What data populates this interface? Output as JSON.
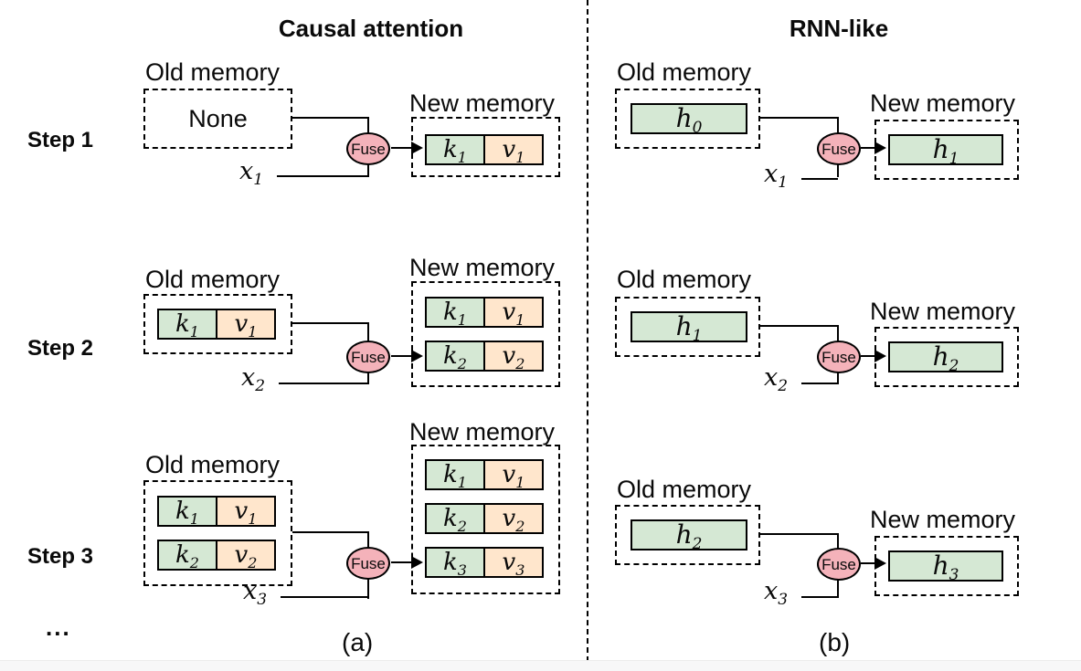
{
  "causal": {
    "title": "Causal attention",
    "caption": "(a)",
    "ellipsis": "...",
    "steps": [
      {
        "label": "Step 1",
        "old_title": "Old memory",
        "old_empty": "None",
        "fuse_label": "Fuse",
        "x": {
          "base": "x",
          "sub": "1"
        },
        "new_title": "New memory",
        "new_rows": [
          {
            "k_base": "k",
            "k_sub": "1",
            "v_base": "v",
            "v_sub": "1"
          }
        ]
      },
      {
        "label": "Step 2",
        "old_title": "Old memory",
        "old_rows": [
          {
            "k_base": "k",
            "k_sub": "1",
            "v_base": "v",
            "v_sub": "1"
          }
        ],
        "fuse_label": "Fuse",
        "x": {
          "base": "x",
          "sub": "2"
        },
        "new_title": "New memory",
        "new_rows": [
          {
            "k_base": "k",
            "k_sub": "1",
            "v_base": "v",
            "v_sub": "1"
          },
          {
            "k_base": "k",
            "k_sub": "2",
            "v_base": "v",
            "v_sub": "2"
          }
        ]
      },
      {
        "label": "Step 3",
        "old_title": "Old memory",
        "old_rows": [
          {
            "k_base": "k",
            "k_sub": "1",
            "v_base": "v",
            "v_sub": "1"
          },
          {
            "k_base": "k",
            "k_sub": "2",
            "v_base": "v",
            "v_sub": "2"
          }
        ],
        "fuse_label": "Fuse",
        "x": {
          "base": "x",
          "sub": "3"
        },
        "new_title": "New memory",
        "new_rows": [
          {
            "k_base": "k",
            "k_sub": "1",
            "v_base": "v",
            "v_sub": "1"
          },
          {
            "k_base": "k",
            "k_sub": "2",
            "v_base": "v",
            "v_sub": "2"
          },
          {
            "k_base": "k",
            "k_sub": "3",
            "v_base": "v",
            "v_sub": "3"
          }
        ]
      }
    ]
  },
  "rnn": {
    "title": "RNN-like",
    "caption": "(b)",
    "steps": [
      {
        "old_title": "Old memory",
        "old_state": {
          "base": "h",
          "sub": "0"
        },
        "fuse_label": "Fuse",
        "x": {
          "base": "x",
          "sub": "1"
        },
        "new_title": "New memory",
        "new_state": {
          "base": "h",
          "sub": "1"
        }
      },
      {
        "old_title": "Old memory",
        "old_state": {
          "base": "h",
          "sub": "1"
        },
        "fuse_label": "Fuse",
        "x": {
          "base": "x",
          "sub": "2"
        },
        "new_title": "New memory",
        "new_state": {
          "base": "h",
          "sub": "2"
        }
      },
      {
        "old_title": "Old memory",
        "old_state": {
          "base": "h",
          "sub": "2"
        },
        "fuse_label": "Fuse",
        "x": {
          "base": "x",
          "sub": "3"
        },
        "new_title": "New memory",
        "new_state": {
          "base": "h",
          "sub": "3"
        }
      }
    ]
  },
  "colors": {
    "key_cell": "#d5e8d4",
    "value_cell": "#ffe6cc",
    "state_cell": "#d5e8d4",
    "fuse": "#f4b2ba",
    "line": "#000000"
  }
}
